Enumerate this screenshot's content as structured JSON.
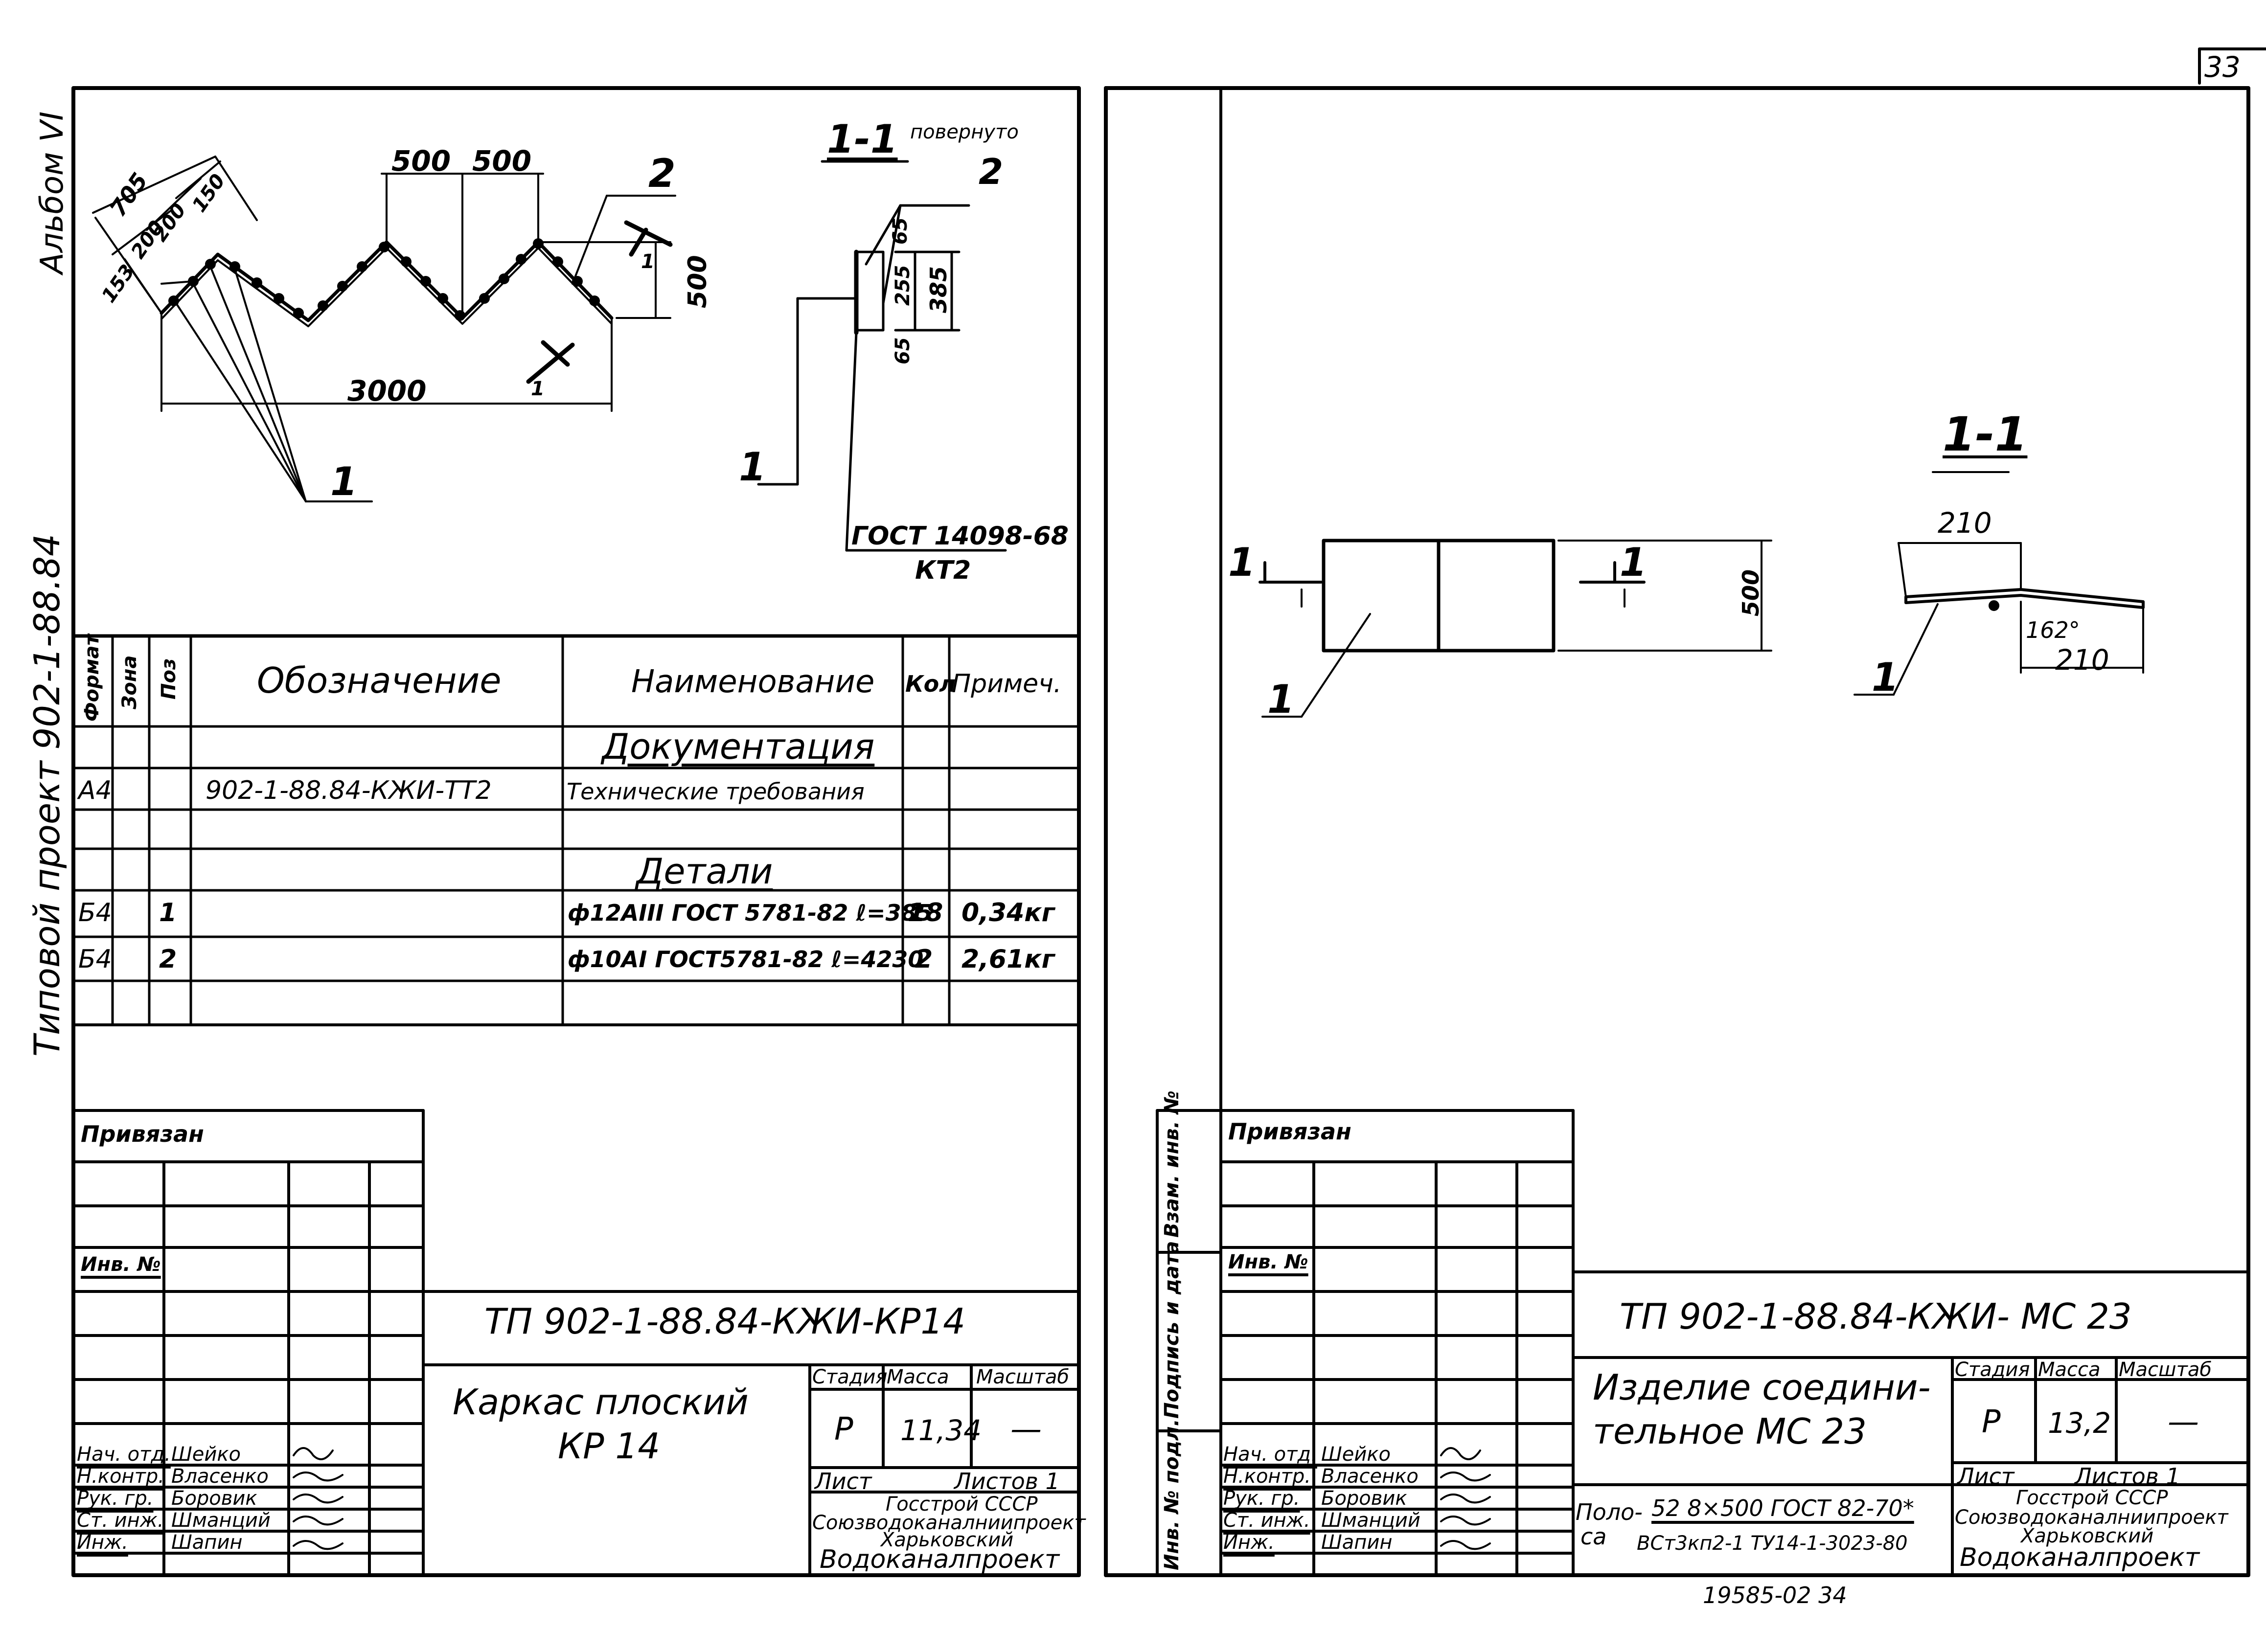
{
  "sheet_number": "33",
  "bottom_stamp": "19585-02   34",
  "side_labels": {
    "album": "Альбом VI",
    "project": "Типовой проект  902-1-88.84"
  },
  "left_sheet": {
    "frame_view": {
      "dims": {
        "d705": "705",
        "d200a": "200",
        "d200b": "200",
        "d150": "150",
        "d153": "153",
        "d500a": "500",
        "d500b": "500",
        "d500v": "500",
        "d3000": "3000"
      },
      "callouts": {
        "pos2": "2",
        "pos1": "1",
        "cut_left": "1",
        "cut_right": "1"
      }
    },
    "section_view": {
      "title": "1-1",
      "title_note": "повернуто",
      "callouts": {
        "pos2": "2",
        "pos1": "1"
      },
      "dims": {
        "d65a": "65",
        "d255": "255",
        "d385": "385",
        "d65b": "65"
      },
      "gost": "ГОСТ 14098-68",
      "gost_type": "КТ2"
    },
    "spec_table": {
      "headers": {
        "format": "Формат",
        "zone": "Зона",
        "pos": "Поз",
        "designation": "Обозначение",
        "name": "Наименование",
        "qty": "Кол",
        "note": "Примеч."
      },
      "rows": [
        {
          "format": "",
          "pos": "",
          "designation": "",
          "name": "Документация",
          "qty": "",
          "note": ""
        },
        {
          "format": "А4",
          "pos": "",
          "designation": "902-1-88.84-КЖИ-ТТ2",
          "name": "Технические требования",
          "qty": "",
          "note": ""
        },
        {
          "format": "",
          "pos": "",
          "designation": "",
          "name": "",
          "qty": "",
          "note": ""
        },
        {
          "format": "",
          "pos": "",
          "designation": "",
          "name": "Детали",
          "qty": "",
          "note": ""
        },
        {
          "format": "Б4",
          "pos": "1",
          "designation": "",
          "name": "ф12АIII ГОСТ 5781-82 ℓ=385",
          "qty": "18",
          "note": "0,34кг"
        },
        {
          "format": "Б4",
          "pos": "2",
          "designation": "",
          "name": "ф10АI ГОСТ5781-82 ℓ=4230",
          "qty": "2",
          "note": "2,61кг"
        }
      ]
    },
    "stamp": {
      "privyazan": "Привязан",
      "inv_no": "Инв. №",
      "code": "ТП 902-1-88.84-КЖИ-КР14",
      "title_line1": "Каркас плоский",
      "title_line2": "КР 14",
      "stage_label": "Стадия",
      "mass_label": "Масса",
      "scale_label": "Масштаб",
      "stage": "Р",
      "mass": "11,34",
      "scale": "—",
      "sheet_label": "Лист",
      "sheets_label": "Листов 1",
      "org1": "Госстрой СССР",
      "org2": "Союзводоканалниипроект",
      "org3": "Харьковский",
      "org4": "Водоканалпроект",
      "people": [
        {
          "role": "Нач. отд.",
          "name": "Шейко"
        },
        {
          "role": "Н.контр.",
          "name": "Власенко"
        },
        {
          "role": "Рук. гр.",
          "name": "Боровик"
        },
        {
          "role": "Ст. инж.",
          "name": "Шманций"
        },
        {
          "role": "Инж.",
          "name": "Шапин"
        }
      ]
    }
  },
  "right_sheet": {
    "plan_view": {
      "cut_left": "1",
      "cut_right": "1",
      "dim500": "500",
      "pos1": "1"
    },
    "section_view": {
      "title": "1-1",
      "dim210a": "210",
      "dim210b": "210",
      "angle": "162°",
      "pos1": "1"
    },
    "side_column": {
      "vzam": "Взам. инв. №",
      "podpis": "Подпись и дата",
      "inv_podl": "Инв. № подл."
    },
    "stamp": {
      "privyazan": "Привязан",
      "inv_no": "Инв. №",
      "code": "ТП 902-1-88.84-КЖИ- МС 23",
      "title_line1": "Изделие соедини-",
      "title_line2": "тельное  МС 23",
      "stage_label": "Стадия",
      "mass_label": "Масса",
      "scale_label": "Масштаб",
      "stage": "Р",
      "mass": "13,2",
      "scale": "—",
      "sheet_label": "Лист",
      "sheets_label": "Листов 1",
      "material_label_1": "Поло-",
      "material_label_2": "са",
      "material_top": "52 8×500 ГОСТ 82-70*",
      "material_bottom": "ВСт3кп2-1 ТУ14-1-3023-80",
      "org1": "Госстрой СССР",
      "org2": "Союзводоканалниипроект",
      "org3": "Харьковский",
      "org4": "Водоканалпроект",
      "people": [
        {
          "role": "Нач. отд.",
          "name": "Шейко"
        },
        {
          "role": "Н.контр.",
          "name": "Власенко"
        },
        {
          "role": "Рук. гр.",
          "name": "Боровик"
        },
        {
          "role": "Ст. инж.",
          "name": "Шманций"
        },
        {
          "role": "Инж.",
          "name": "Шапин"
        }
      ]
    }
  }
}
